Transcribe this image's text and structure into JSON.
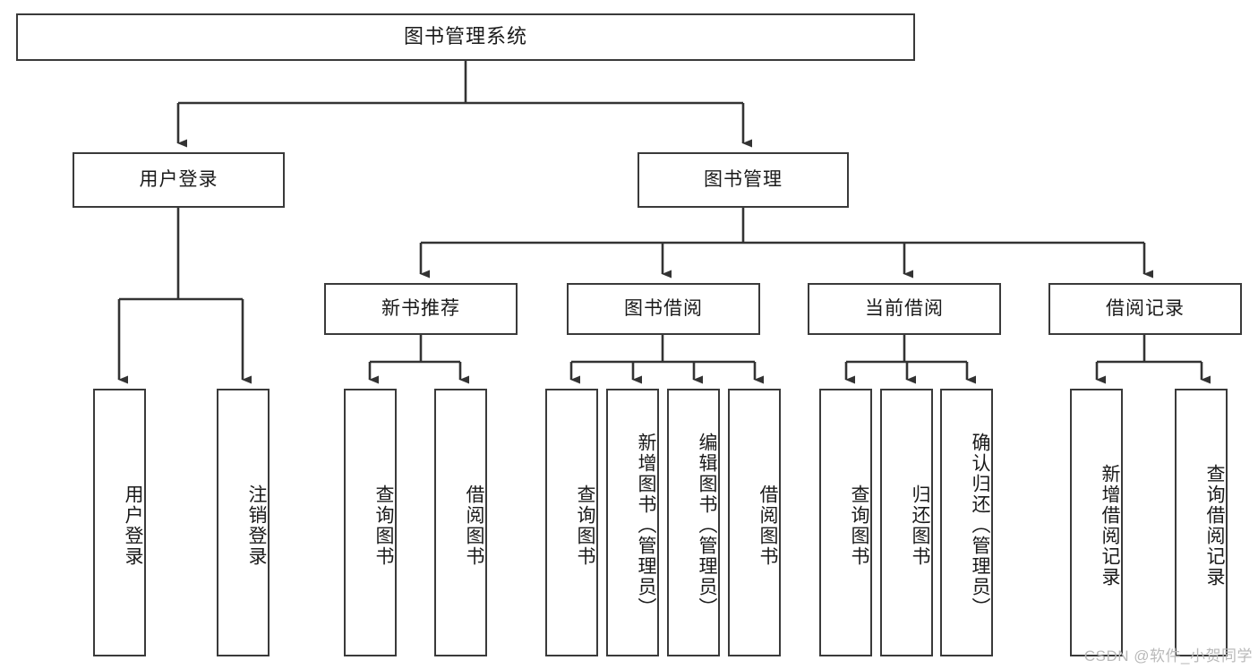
{
  "diagram": {
    "title": "图书管理系统",
    "type": "functional-structure-tree",
    "watermark": "CSDN @软件_小贺同学",
    "colors": {
      "box_border": "#3a3a3a",
      "box_fill": "#ffffff",
      "connector": "#333333",
      "text": "#1a1a1a",
      "watermark": "#b9b9b9"
    },
    "root": {
      "label": "图书管理系统"
    },
    "level2": [
      {
        "id": "user-login",
        "label": "用户登录"
      },
      {
        "id": "book-manage",
        "label": "图书管理"
      }
    ],
    "level3": [
      {
        "id": "new-book-recommend",
        "label": "新书推荐"
      },
      {
        "id": "book-borrow",
        "label": "图书借阅"
      },
      {
        "id": "current-borrow",
        "label": "当前借阅"
      },
      {
        "id": "borrow-record",
        "label": "借阅记录"
      }
    ],
    "leaves": {
      "user_login": [
        {
          "id": "leaf-user-login",
          "label": "用户登录"
        },
        {
          "id": "leaf-logout-login",
          "label": "注销登录"
        }
      ],
      "new_book_recommend": [
        {
          "id": "leaf-query-book-1",
          "label": "查询图书"
        },
        {
          "id": "leaf-borrow-book-1",
          "label": "借阅图书"
        }
      ],
      "book_borrow": [
        {
          "id": "leaf-query-book-2",
          "label": "查询图书"
        },
        {
          "id": "leaf-add-book",
          "label": "新增图书（管理员）"
        },
        {
          "id": "leaf-edit-book",
          "label": "编辑图书（管理员）"
        },
        {
          "id": "leaf-borrow-book-2",
          "label": "借阅图书"
        }
      ],
      "current_borrow": [
        {
          "id": "leaf-query-book-3",
          "label": "查询图书"
        },
        {
          "id": "leaf-return-book",
          "label": "归还图书"
        },
        {
          "id": "leaf-confirm-return",
          "label": "确认归还（管理员）"
        }
      ],
      "borrow_record": [
        {
          "id": "leaf-add-record",
          "label": "新增借阅记录"
        },
        {
          "id": "leaf-query-record",
          "label": "查询借阅记录"
        }
      ]
    }
  }
}
